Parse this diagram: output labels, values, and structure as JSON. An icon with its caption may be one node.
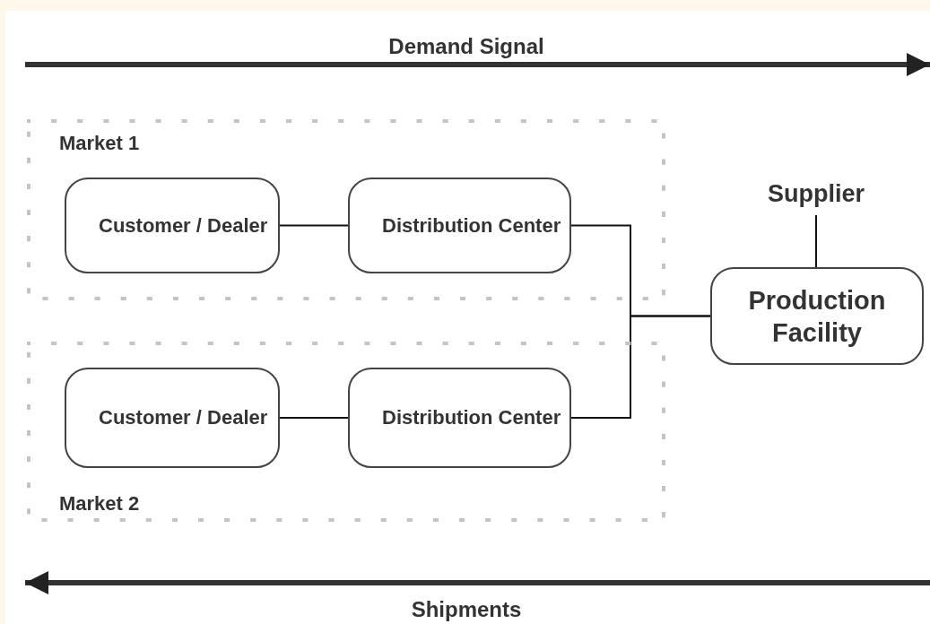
{
  "diagram": {
    "nodes": [
      {
        "text": [
          "Market 1"
        ]
      },
      {
        "text": [
          "Customer / Dealer"
        ],
        "in": 0
      },
      {
        "text": [
          "Distribution Center"
        ],
        "in": 0
      },
      {
        "text": [
          "Market 2"
        ]
      },
      {
        "text": [
          "Customer / Dealer"
        ],
        "in": 3
      },
      {
        "text": [
          "Distribution Center"
        ],
        "in": 3
      },
      {
        "text": [
          "Supplier"
        ]
      },
      {
        "text": [
          "Production Facility"
        ]
      }
    ],
    "edges": [
      {
        "from": 1,
        "to": 2,
        "arrow": "none"
      },
      {
        "from": 2,
        "to": 7,
        "arrow": "none"
      },
      {
        "from": 4,
        "to": 5,
        "arrow": "none"
      },
      {
        "from": 5,
        "to": 7,
        "arrow": "none"
      },
      {
        "from": 6,
        "to": 7,
        "arrow": "none"
      }
    ],
    "labels": [
      "Demand Signal",
      "Shipments"
    ]
  }
}
